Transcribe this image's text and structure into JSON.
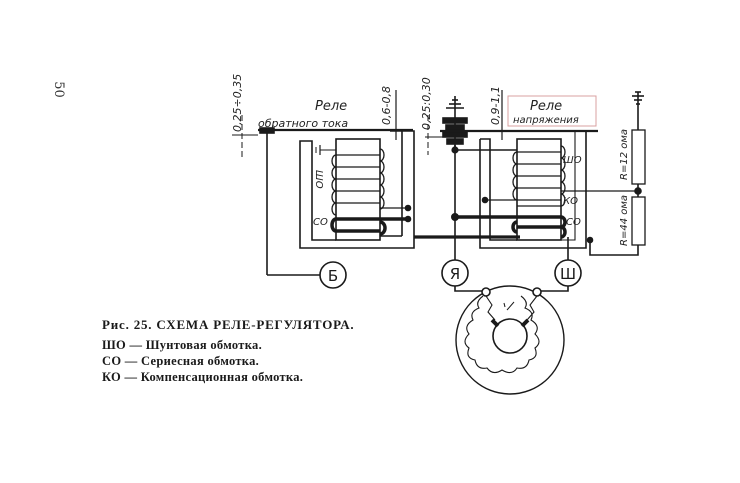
{
  "page_number": "50",
  "labels": {
    "relay_reverse_current_1": "Реле",
    "relay_reverse_current_2": "обратного тока",
    "relay_voltage_1": "Реле",
    "relay_voltage_2": "напряжения",
    "gap_1": "0,25÷0,35",
    "gap_2": "0,6-0,8",
    "gap_3": "0,25:0,30",
    "gap_4": "0,9-1,1",
    "coil_sho_left": "ШО",
    "coil_co_left": "СО",
    "coil_sho_right": "ШО",
    "coil_ko_right": "КО",
    "coil_co_right": "СО",
    "resistor_top": "R=12 ома",
    "resistor_bottom": "R=44 ома",
    "terminal_b": "Б",
    "terminal_ya": "Я",
    "terminal_sh": "Ш"
  },
  "caption": {
    "title": "Рис. 25. СХЕМА РЕЛЕ-РЕГУЛЯТОРА.",
    "lines": [
      "ШО — Шунтовая обмотка.",
      "СО — Сериесная обмотка.",
      "КО — Компенсационная обмотка."
    ]
  },
  "colors": {
    "highlight_box": "#d9a0a0",
    "ink": "#1a1a1a"
  }
}
